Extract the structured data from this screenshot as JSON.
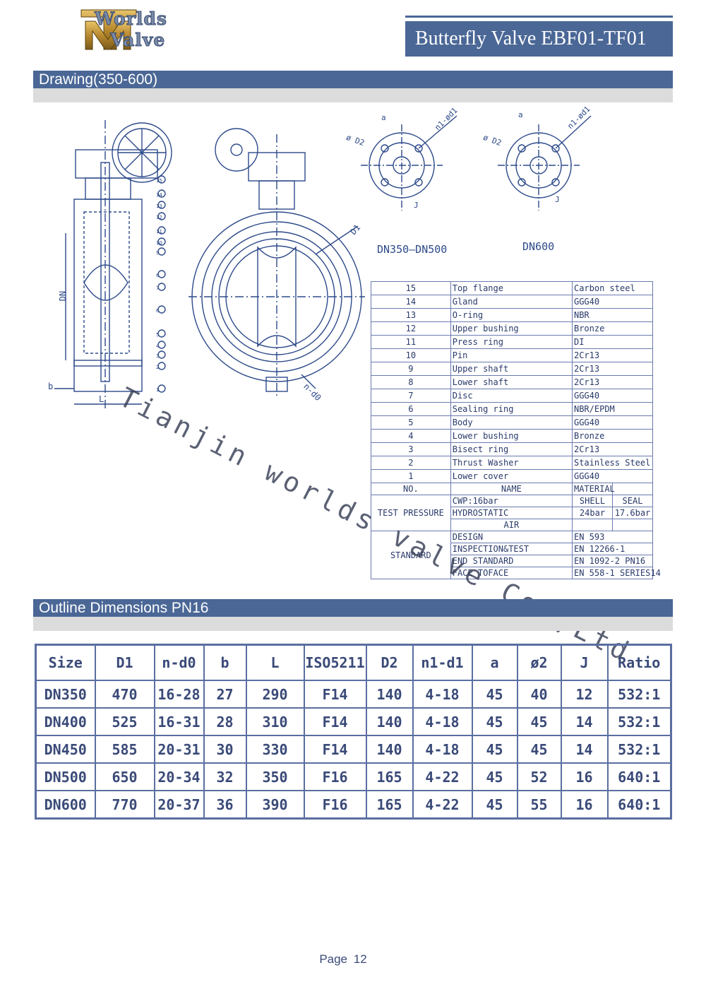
{
  "header": {
    "brand_line1": "Worlds",
    "brand_line2": "Valve",
    "logo_letters": "TM",
    "product_title": "Butterfly Valve  EBF01-TF01"
  },
  "sections": {
    "drawing_title": "Drawing(350-600)",
    "outline_title": "Outline Dimensions  PN16"
  },
  "drawing_labels": {
    "dn": "DN",
    "b": "b",
    "l": "L",
    "d1": "D1",
    "n_d0": "n-d0",
    "phi_d2": "ø D2",
    "a": "a",
    "n1_d1": "n1-ød1",
    "j": "J",
    "view1": "DN350–DN500",
    "view2": "DN600",
    "callouts": [
      "15",
      "14",
      "13",
      "12",
      "11",
      "10",
      "9",
      "8",
      "7",
      "6",
      "5",
      "4",
      "3",
      "2",
      "1"
    ]
  },
  "parts": [
    {
      "no": "15",
      "name": "Top flange",
      "material": "Carbon steel"
    },
    {
      "no": "14",
      "name": "Gland",
      "material": "GGG40"
    },
    {
      "no": "13",
      "name": "O-ring",
      "material": "NBR"
    },
    {
      "no": "12",
      "name": "Upper bushing",
      "material": "Bronze"
    },
    {
      "no": "11",
      "name": "Press ring",
      "material": "DI"
    },
    {
      "no": "10",
      "name": "Pin",
      "material": "2Cr13"
    },
    {
      "no": "9",
      "name": "Upper shaft",
      "material": "2Cr13"
    },
    {
      "no": "8",
      "name": "Lower shaft",
      "material": "2Cr13"
    },
    {
      "no": "7",
      "name": "Disc",
      "material": "GGG40"
    },
    {
      "no": "6",
      "name": "Sealing ring",
      "material": "NBR/EPDM"
    },
    {
      "no": "5",
      "name": "Body",
      "material": "GGG40"
    },
    {
      "no": "4",
      "name": "Lower bushing",
      "material": "Bronze"
    },
    {
      "no": "3",
      "name": "Bisect ring",
      "material": "2Cr13"
    },
    {
      "no": "2",
      "name": "Thrust Washer",
      "material": "Stainless  Steel"
    },
    {
      "no": "1",
      "name": "Lower cover",
      "material": "GGG40"
    }
  ],
  "parts_header": {
    "no": "NO.",
    "name": "NAME",
    "material": "MATERIAL"
  },
  "test_pressure": {
    "label": "TEST PRESSURE",
    "shell": "SHELL",
    "seal": "SEAL",
    "cwp": "CWP:16bar",
    "hydrostatic": "HYDROSTATIC",
    "shell_value": "24bar",
    "seal_value": "17.6bar",
    "air": "AIR"
  },
  "standard": {
    "label": "STANDARD",
    "rows": [
      {
        "item": "DESIGN",
        "value": "EN 593"
      },
      {
        "item": "INSPECTION&TEST",
        "value": "EN 12266-1"
      },
      {
        "item": "END STANDARD",
        "value": "EN 1092-2 PN16"
      },
      {
        "item": "FACE TOFACE",
        "value": "EN 558-1 SERIES14"
      }
    ]
  },
  "watermark": "Tianjin worlds valve Co.,Ltd",
  "dimensions": {
    "headers": [
      "Size",
      "D1",
      "n-d0",
      "b",
      "L",
      "ISO5211",
      "D2",
      "n1-d1",
      "a",
      "ø2",
      "J",
      "Ratio"
    ],
    "rows": [
      [
        "DN350",
        "470",
        "16-28",
        "27",
        "290",
        "F14",
        "140",
        "4-18",
        "45",
        "40",
        "12",
        "532:1"
      ],
      [
        "DN400",
        "525",
        "16-31",
        "28",
        "310",
        "F14",
        "140",
        "4-18",
        "45",
        "45",
        "14",
        "532:1"
      ],
      [
        "DN450",
        "585",
        "20-31",
        "30",
        "330",
        "F14",
        "140",
        "4-18",
        "45",
        "45",
        "14",
        "532:1"
      ],
      [
        "DN500",
        "650",
        "20-34",
        "32",
        "350",
        "F16",
        "165",
        "4-22",
        "45",
        "52",
        "16",
        "640:1"
      ],
      [
        "DN600",
        "770",
        "20-37",
        "36",
        "390",
        "F16",
        "165",
        "4-22",
        "45",
        "55",
        "16",
        "640:1"
      ]
    ]
  },
  "footer": {
    "page_label": "Page",
    "page_number": "12"
  },
  "colors": {
    "accent": "#4a6796",
    "line": "#5a6ea0",
    "logo_gold": "#c9a24a"
  }
}
